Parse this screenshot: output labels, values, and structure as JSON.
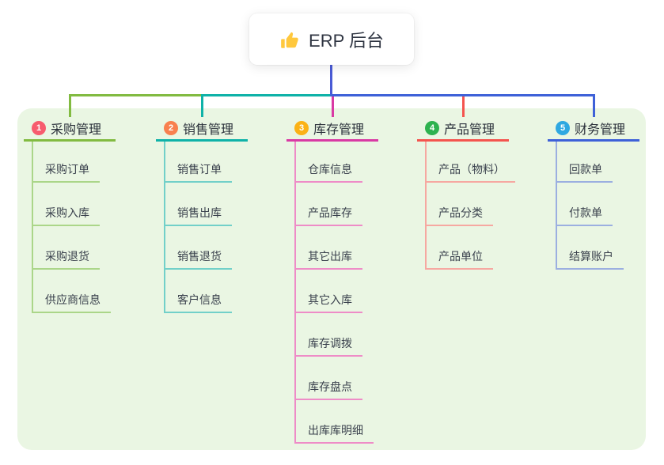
{
  "root": {
    "title": "ERP 后台",
    "icon": "thumbs-up-icon",
    "icon_color": "#ffc83d"
  },
  "theme": {
    "canvas_bg": "#ffffff",
    "panel_bg": "#eaf6e3",
    "root_text_color": "#2f3542",
    "heading_text_color": "#2b313b",
    "item_text_color": "#3a414d",
    "stem_color": "#4a5bd6"
  },
  "branches": [
    {
      "badge": "1",
      "badge_color": "#f75c6e",
      "line_color": "#82bb41",
      "sub_line_color": "#abd689",
      "title": "采购管理",
      "items": [
        "采购订单",
        "采购入库",
        "采购退货",
        "供应商信息"
      ]
    },
    {
      "badge": "2",
      "badge_color": "#f8804f",
      "line_color": "#0fb2a8",
      "sub_line_color": "#72d0c9",
      "title": "销售管理",
      "items": [
        "销售订单",
        "销售出库",
        "销售退货",
        "客户信息"
      ]
    },
    {
      "badge": "3",
      "badge_color": "#fbb216",
      "line_color": "#d93aa4",
      "sub_line_color": "#ee8cc7",
      "title": "库存管理",
      "items": [
        "仓库信息",
        "产品库存",
        "其它出库",
        "其它入库",
        "库存调拨",
        "库存盘点",
        "出库库明细"
      ]
    },
    {
      "badge": "4",
      "badge_color": "#2eb24f",
      "line_color": "#f4544e",
      "sub_line_color": "#f6a8a1",
      "title": "产品管理",
      "items": [
        "产品（物料）",
        "产品分类",
        "产品单位"
      ]
    },
    {
      "badge": "5",
      "badge_color": "#2fa8e1",
      "line_color": "#3e61d8",
      "sub_line_color": "#9bafe0",
      "title": "财务管理",
      "items": [
        "回款单",
        "付款单",
        "结算账户"
      ]
    }
  ]
}
